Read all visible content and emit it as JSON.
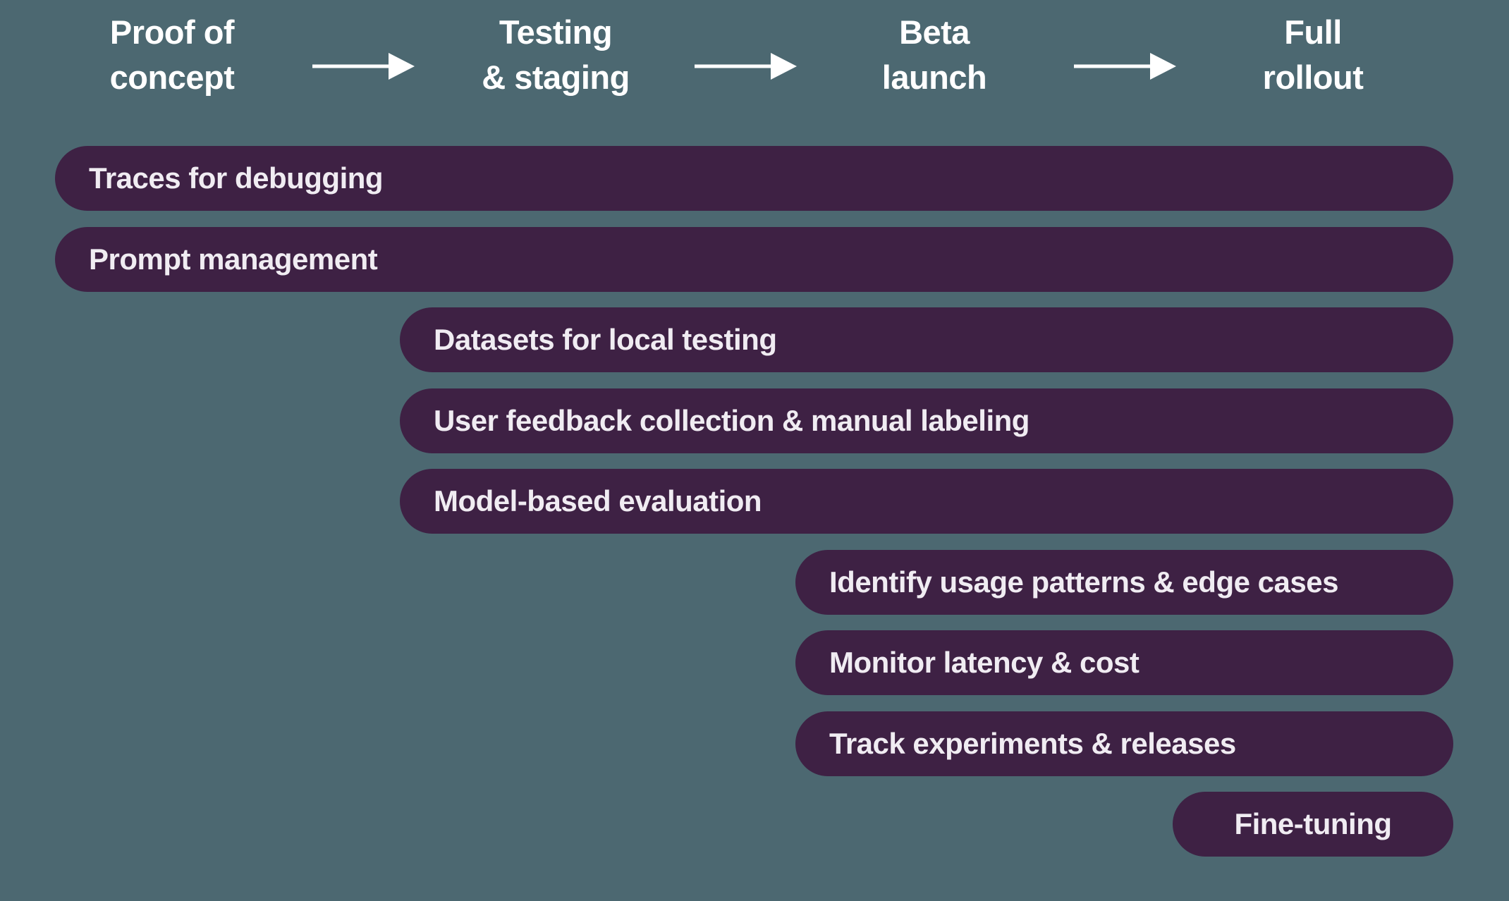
{
  "palette": {
    "background": "#4C6871",
    "bar_fill": "#3E2144",
    "bar_text": "#F0ECF2",
    "stage_text": "#FFFFFF",
    "arrow": "#FFFFFF"
  },
  "stages": [
    {
      "line1": "Proof of",
      "line2": "concept"
    },
    {
      "line1": "Testing",
      "line2": "& staging"
    },
    {
      "line1": "Beta",
      "line2": "launch"
    },
    {
      "line1": "Full",
      "line2": "rollout"
    }
  ],
  "bars": [
    {
      "label": "Traces for debugging",
      "starts_at_stage": 1,
      "ends_at_stage": 4
    },
    {
      "label": "Prompt management",
      "starts_at_stage": 1,
      "ends_at_stage": 4
    },
    {
      "label": "Datasets for local testing",
      "starts_at_stage": 2,
      "ends_at_stage": 4
    },
    {
      "label": "User feedback collection & manual labeling",
      "starts_at_stage": 2,
      "ends_at_stage": 4
    },
    {
      "label": "Model-based evaluation",
      "starts_at_stage": 2,
      "ends_at_stage": 4
    },
    {
      "label": "Identify usage patterns & edge cases",
      "starts_at_stage": 3,
      "ends_at_stage": 4
    },
    {
      "label": "Monitor latency & cost",
      "starts_at_stage": 3,
      "ends_at_stage": 4
    },
    {
      "label": "Track experiments & releases",
      "starts_at_stage": 3,
      "ends_at_stage": 4
    },
    {
      "label": "Fine-tuning",
      "starts_at_stage": 4,
      "ends_at_stage": 4
    }
  ]
}
